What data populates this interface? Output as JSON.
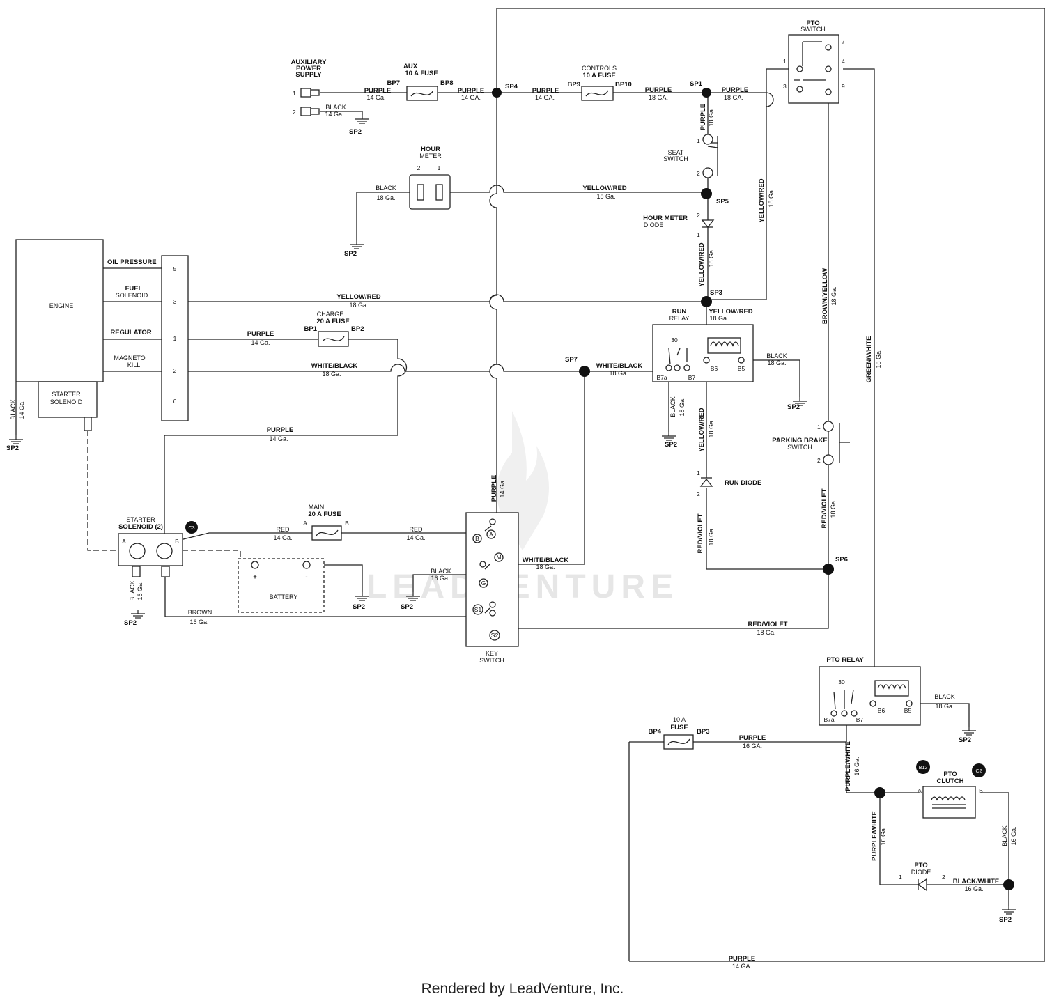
{
  "footer": "Rendered by LeadVenture, Inc.",
  "watermark": "LEADVENTURE",
  "components": {
    "aux": {
      "title1": "AUXILIARY",
      "title2": "POWER",
      "title3": "SUPPLY",
      "pin1": "1",
      "pin2": "2"
    },
    "aux_fuse": {
      "name1": "AUX",
      "name2": "10 A FUSE",
      "left": "BP7",
      "right": "BP8"
    },
    "controls_fuse": {
      "name1": "CONTROLS",
      "name2": "10 A FUSE",
      "left": "BP9",
      "right": "BP10"
    },
    "pto_switch": {
      "name1": "PTO",
      "name2": "SWITCH",
      "p1": "1",
      "p3": "3",
      "p4": "4",
      "p7": "7",
      "p9": "9"
    },
    "hour_meter": {
      "name1": "HOUR",
      "name2": "METER",
      "p2": "2",
      "p1": "1"
    },
    "seat_switch": {
      "name1": "SEAT",
      "name2": "SWITCH",
      "p1": "1",
      "p2": "2"
    },
    "hour_diode": {
      "name1": "HOUR METER",
      "name2": "DIODE",
      "p2": "2",
      "p1": "1"
    },
    "engine": {
      "name": "ENGINE",
      "starter1": "STARTER",
      "starter2": "SOLENOID",
      "oil": "OIL PRESSURE",
      "fuel1": "FUEL",
      "fuel2": "SOLENOID",
      "reg": "REGULATOR",
      "mag1": "MAGNETO",
      "mag2": "KILL",
      "n5": "5",
      "n3": "3",
      "n1": "1",
      "n2": "2",
      "n6": "6"
    },
    "charge_fuse": {
      "name1": "CHARGE",
      "name2": "20 A FUSE",
      "left": "BP1",
      "right": "BP2"
    },
    "run_relay": {
      "name1": "RUN",
      "name2": "RELAY",
      "p30": "30",
      "b7a": "B7a",
      "b7": "B7",
      "b6": "B6",
      "b5": "B5"
    },
    "parking": {
      "name1": "PARKING BRAKE",
      "name2": "SWITCH",
      "p1": "1",
      "p2": "2"
    },
    "run_diode": {
      "name": "RUN DIODE",
      "p1": "1",
      "p2": "2"
    },
    "starter_sol": {
      "name1": "STARTER",
      "name2": "SOLENOID (2)",
      "a": "A",
      "b": "B",
      "conn": "C3"
    },
    "main_fuse": {
      "name1": "MAIN",
      "name2": "20 A FUSE",
      "a": "A",
      "b": "B"
    },
    "battery": {
      "name": "BATTERY",
      "plus": "+",
      "minus": "-"
    },
    "key_switch": {
      "name1": "KEY",
      "name2": "SWITCH",
      "b": "B",
      "a": "A",
      "m": "M",
      "g": "G",
      "s1": "S1",
      "s2": "S2"
    },
    "pto_relay": {
      "name": "PTO RELAY",
      "p30": "30",
      "b7a": "B7a",
      "b7": "B7",
      "b6": "B6",
      "b5": "B5"
    },
    "pto_fuse": {
      "name1": "10 A",
      "name2": "FUSE",
      "left": "BP4",
      "right": "BP3"
    },
    "pto_clutch": {
      "name1": "PTO",
      "name2": "CLUTCH",
      "a": "A",
      "b": "B",
      "c1": "B12",
      "c2": "C2"
    },
    "pto_diode": {
      "name1": "PTO",
      "name2": "DIODE",
      "p1": "1",
      "p2": "2"
    }
  },
  "splices": {
    "sp1": "SP1",
    "sp3": "SP3",
    "sp4": "SP4",
    "sp5": "SP5",
    "sp6": "SP6",
    "sp7": "SP7",
    "ground": "SP2"
  },
  "wires": {
    "purple": "PURPLE",
    "black": "BLACK",
    "yellow_red": "YELLOW/RED",
    "white_black": "WHITE/BLACK",
    "red": "RED",
    "brown": "BROWN",
    "red_violet": "RED/VIOLET",
    "brown_yellow": "BROWN/YELLOW",
    "green_white": "GREEN/WHITE",
    "purple_white": "PURPLE/WHITE",
    "black_white": "BLACK/WHITE",
    "g14": "14 Ga.",
    "g14u": "14 GA.",
    "g16": "16 Ga.",
    "g16u": "16 GA.",
    "g18": "18 Ga.",
    "g18u": "18 GA."
  }
}
